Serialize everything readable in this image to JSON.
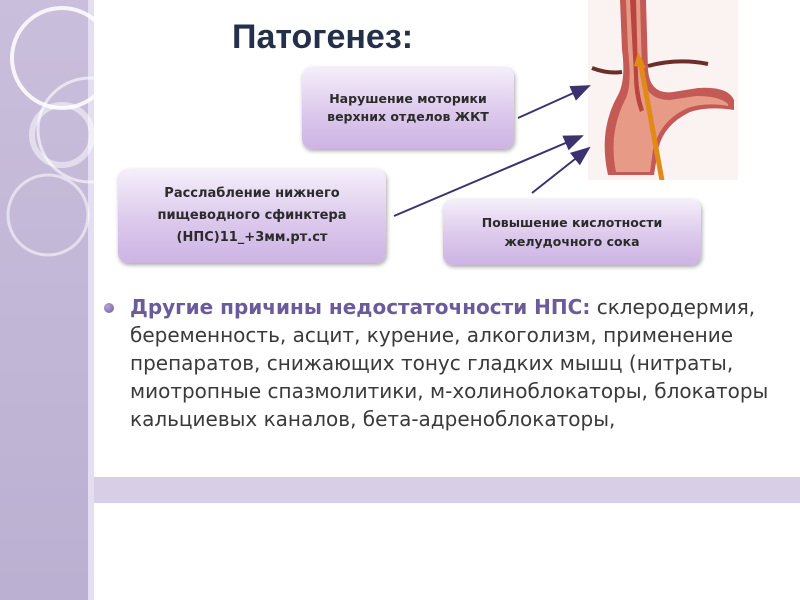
{
  "title": "Патогенез:",
  "boxes": {
    "motility": "Нарушение моторики верхних отделов ЖКТ",
    "sphincter": "Расслабление нижнего пищеводного сфинктера (НПС)11_+3мм.рт.ст",
    "acidity": "Повышение кислотности желудочного сока"
  },
  "bullet": {
    "heading": "Другие причины недостаточности НПС:",
    "body": " склеродермия, беременность, асцит, курение, алкоголизм, применение препаратов, снижающих тонус гладких мышц (нитраты, миотропные спазмолитики, м-холиноблокаторы, блокаторы кальциевых каналов, бета-адреноблокаторы,"
  },
  "colors": {
    "title": "#243049",
    "sidebar": "#c9bedb",
    "box_gradient_end": "#cdb4e4",
    "arrow": "#3d3270",
    "heading": "#6b5b9a"
  },
  "image": {
    "icon": "esophagus-illustration"
  }
}
